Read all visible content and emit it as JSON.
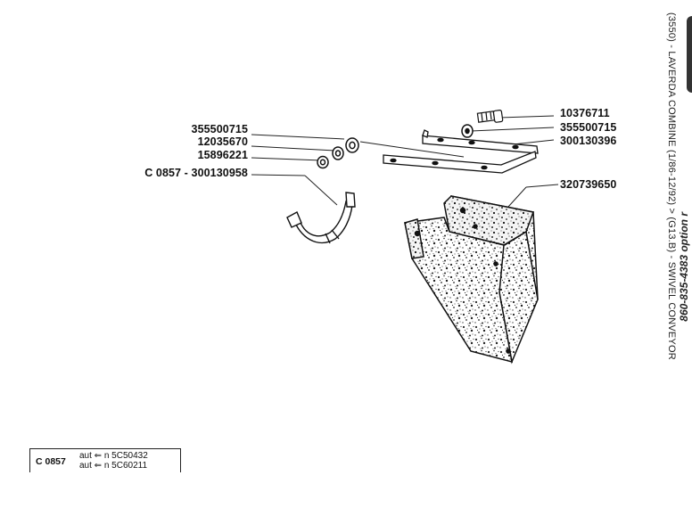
{
  "side": {
    "title": "(3550) - LAVERDA COMBINE (1/86-12/92) > (G13.B) - SWIVEL CONVEYOR",
    "code": "860-835-4383 option r"
  },
  "labels": {
    "p1": "10376711",
    "p2": "355500715",
    "p3": "300130396",
    "p4": "320739650",
    "p5": "355500715",
    "p6": "12035670",
    "p7": "15896221",
    "p8": "C 0857 - 300130958"
  },
  "info": {
    "code": "C 0857",
    "line1": "aut ⇐ n 5C50432",
    "line2": "aut ⇐ n 5C60211"
  }
}
